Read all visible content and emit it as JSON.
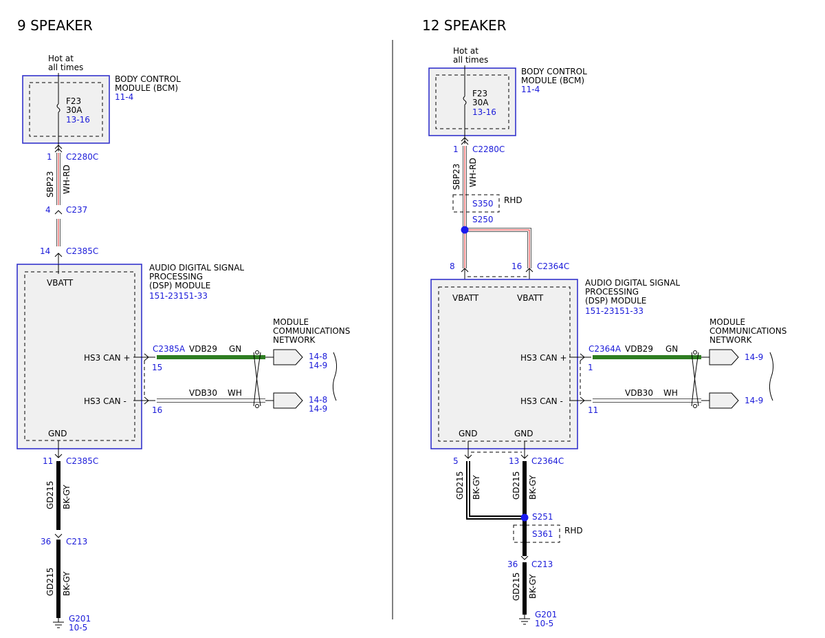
{
  "left": {
    "title": "9 SPEAKER",
    "bcm": {
      "hot": [
        "Hot at",
        "all times"
      ],
      "name": [
        "BODY CONTROL",
        "MODULE (BCM)"
      ],
      "ref": "11-4",
      "fuse": [
        "F23",
        "30A"
      ],
      "fuse_ref": "13-16"
    },
    "c1": {
      "pin": "1",
      "name": "C2280C"
    },
    "wire_top": {
      "circuit": "SBP23",
      "color": "WH-RD"
    },
    "c2": {
      "pin": "4",
      "name": "C237"
    },
    "c3": {
      "pin": "14",
      "name": "C2385C"
    },
    "dsp": {
      "name": [
        "AUDIO DIGITAL SIGNAL",
        "PROCESSING",
        "(DSP) MODULE"
      ],
      "ref": "151-23151-33",
      "vbatt": "VBATT",
      "can_plus": "HS3 CAN +",
      "can_minus": "HS3 CAN -",
      "gnd": "GND"
    },
    "can_conn": "C2385A",
    "can_plus_pin": "15",
    "can_minus_pin": "16",
    "vdb29": {
      "circuit": "VDB29",
      "color": "GN"
    },
    "vdb30": {
      "circuit": "VDB30",
      "color": "WH"
    },
    "network": [
      "MODULE",
      "COMMUNICATIONS",
      "NETWORK"
    ],
    "ref_plus": [
      "14-8",
      "14-9"
    ],
    "ref_minus": [
      "14-8",
      "14-9"
    ],
    "c4": {
      "pin": "11",
      "name": "C2385C"
    },
    "wire_gnd1": {
      "circuit": "GD215",
      "color": "BK-GY"
    },
    "c5": {
      "pin": "36",
      "name": "C213"
    },
    "wire_gnd2": {
      "circuit": "GD215",
      "color": "BK-GY"
    },
    "ground": {
      "name": "G201",
      "ref": "10-5"
    }
  },
  "right": {
    "title": "12 SPEAKER",
    "bcm": {
      "hot": [
        "Hot at",
        "all times"
      ],
      "name": [
        "BODY CONTROL",
        "MODULE (BCM)"
      ],
      "ref": "11-4",
      "fuse": [
        "F23",
        "30A"
      ],
      "fuse_ref": "13-16"
    },
    "c1": {
      "pin": "1",
      "name": "C2280C"
    },
    "wire_top": {
      "circuit": "SBP23",
      "color": "WH-RD"
    },
    "s350": {
      "name": "S350",
      "tag": "RHD"
    },
    "s250": "S250",
    "dsp_pin_a": "8",
    "dsp_pin_b": "16",
    "dsp_conn": "C2364C",
    "dsp": {
      "name": [
        "AUDIO DIGITAL SIGNAL",
        "PROCESSING",
        "(DSP) MODULE"
      ],
      "ref": "151-23151-33",
      "vbatt_a": "VBATT",
      "vbatt_b": "VBATT",
      "can_plus": "HS3 CAN +",
      "can_minus": "HS3 CAN -",
      "gnd_a": "GND",
      "gnd_b": "GND"
    },
    "can_conn": "C2364A",
    "can_plus_pin": "1",
    "can_minus_pin": "11",
    "vdb29": {
      "circuit": "VDB29",
      "color": "GN"
    },
    "vdb30": {
      "circuit": "VDB30",
      "color": "WH"
    },
    "network": [
      "MODULE",
      "COMMUNICATIONS",
      "NETWORK"
    ],
    "ref_plus": "14-9",
    "ref_minus": "14-9",
    "gnd_pin_a": "5",
    "gnd_pin_b": "13",
    "gnd_conn": "C2364C",
    "wire_gnd_a": {
      "circuit": "GD215",
      "color": "BK-GY"
    },
    "wire_gnd_b": {
      "circuit": "GD215",
      "color": "BK-GY"
    },
    "s251": "S251",
    "s361": {
      "name": "S361",
      "tag": "RHD"
    },
    "c5": {
      "pin": "36",
      "name": "C213"
    },
    "wire_gnd2": {
      "circuit": "GD215",
      "color": "BK-GY"
    },
    "ground": {
      "name": "G201",
      "ref": "10-5"
    }
  }
}
